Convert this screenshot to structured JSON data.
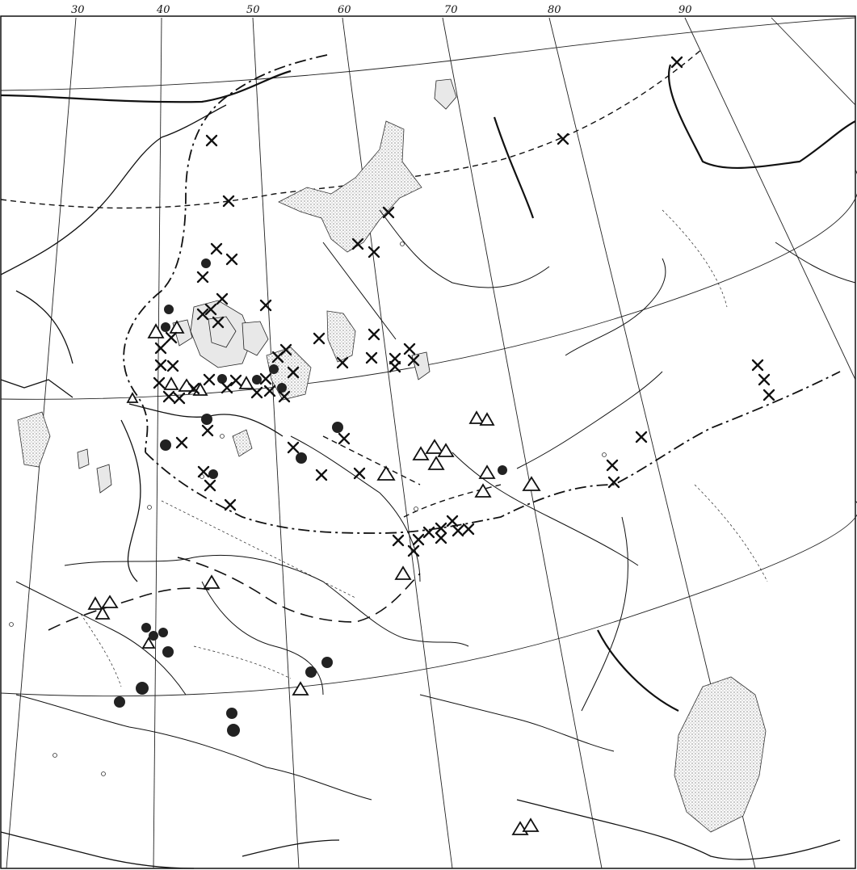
{
  "map": {
    "longitude_labels": [
      "30",
      "40",
      "50",
      "60",
      "70",
      "80",
      "90"
    ],
    "colors": {
      "ink": "#111111",
      "paper": "#ffffff",
      "stipple": "#555555"
    },
    "symbol_types": [
      "filled-circle",
      "open-triangle",
      "cross"
    ]
  }
}
